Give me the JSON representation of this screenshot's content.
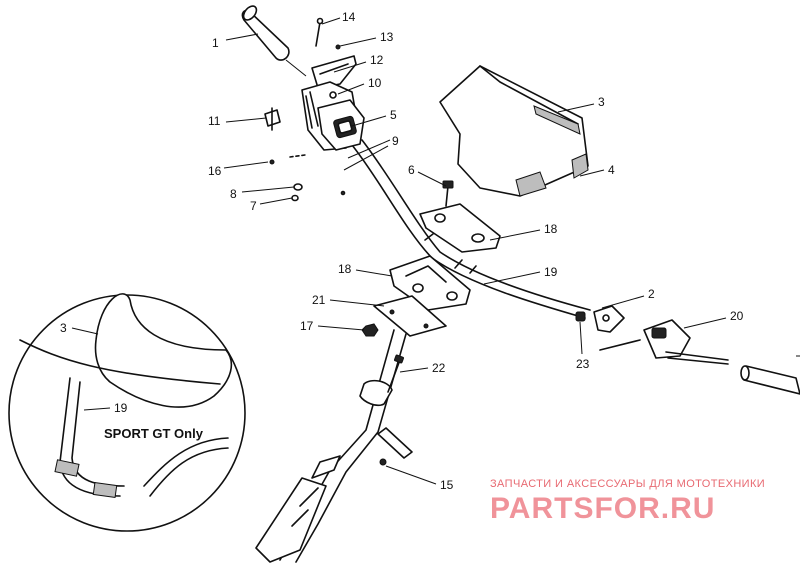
{
  "callout": {
    "text": "SPORT GT Only"
  },
  "labels": [
    {
      "id": "1",
      "text": "1"
    },
    {
      "id": "14",
      "text": "14"
    },
    {
      "id": "13",
      "text": "13"
    },
    {
      "id": "12",
      "text": "12"
    },
    {
      "id": "10",
      "text": "10"
    },
    {
      "id": "11",
      "text": "11"
    },
    {
      "id": "5",
      "text": "5"
    },
    {
      "id": "9",
      "text": "9"
    },
    {
      "id": "16",
      "text": "16"
    },
    {
      "id": "8",
      "text": "8"
    },
    {
      "id": "7",
      "text": "7"
    },
    {
      "id": "6",
      "text": "6"
    },
    {
      "id": "3",
      "text": "3"
    },
    {
      "id": "4",
      "text": "4"
    },
    {
      "id": "18a",
      "text": "18"
    },
    {
      "id": "18b",
      "text": "18"
    },
    {
      "id": "19",
      "text": "19"
    },
    {
      "id": "2",
      "text": "2"
    },
    {
      "id": "21",
      "text": "21"
    },
    {
      "id": "17",
      "text": "17"
    },
    {
      "id": "20",
      "text": "20"
    },
    {
      "id": "23",
      "text": "23"
    },
    {
      "id": "22",
      "text": "22"
    },
    {
      "id": "15",
      "text": "15"
    },
    {
      "id": "3i",
      "text": "3"
    },
    {
      "id": "19i",
      "text": "19"
    }
  ],
  "watermark": {
    "tagline": "ЗАПЧАСТИ И АКСЕССУАРЫ ДЛЯ МОТОТЕХНИКИ",
    "brand": "PARTSFOR.RU"
  }
}
